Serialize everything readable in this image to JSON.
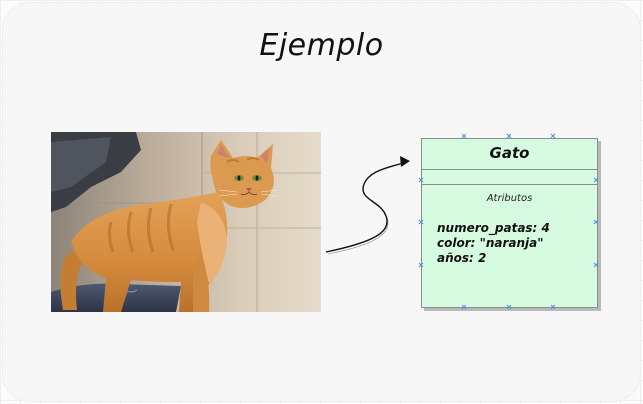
{
  "diagram": {
    "title": "Ejemplo",
    "class_box": {
      "name": "Gato",
      "section_label": "Atributos",
      "attributes": [
        "numero_patas: 4",
        "color: \"naranja\"",
        "años: 2"
      ],
      "fill_color": "#d7fbe1",
      "border_color": "#8c8c8c"
    },
    "photo": {
      "subject": "orange tabby cat"
    },
    "connector": {
      "type": "curved-arrow",
      "from": "photo",
      "to": "class_box"
    }
  },
  "colors": {
    "handle_color": "#4a90e2",
    "background": "#f7f7f7"
  }
}
